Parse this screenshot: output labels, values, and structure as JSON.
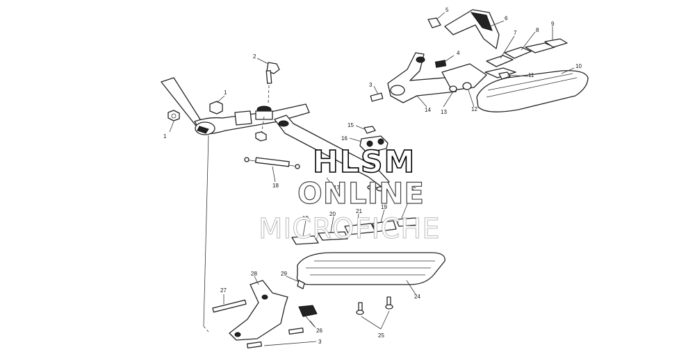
{
  "callouts": {
    "c1a": "1",
    "c1b": "1",
    "c2": "2",
    "c3a": "3",
    "c3b": "3",
    "c4": "4",
    "c5": "5",
    "c6": "6",
    "c7": "7",
    "c8": "8",
    "c9": "9",
    "c10": "10",
    "c11": "11",
    "c12": "12",
    "c13": "13",
    "c14": "14",
    "c15": "15",
    "c16": "16",
    "c17": "17",
    "c18": "18",
    "c19a": "19",
    "c19b": "19",
    "c20": "20",
    "c21": "21",
    "c22": "22",
    "c24": "24",
    "c25": "25",
    "c26": "26",
    "c27": "27",
    "c28": "28",
    "c29": "29"
  },
  "watermark": {
    "line1": "HLSM",
    "line2": "ONLINE",
    "line3": "MICROFICHE"
  }
}
